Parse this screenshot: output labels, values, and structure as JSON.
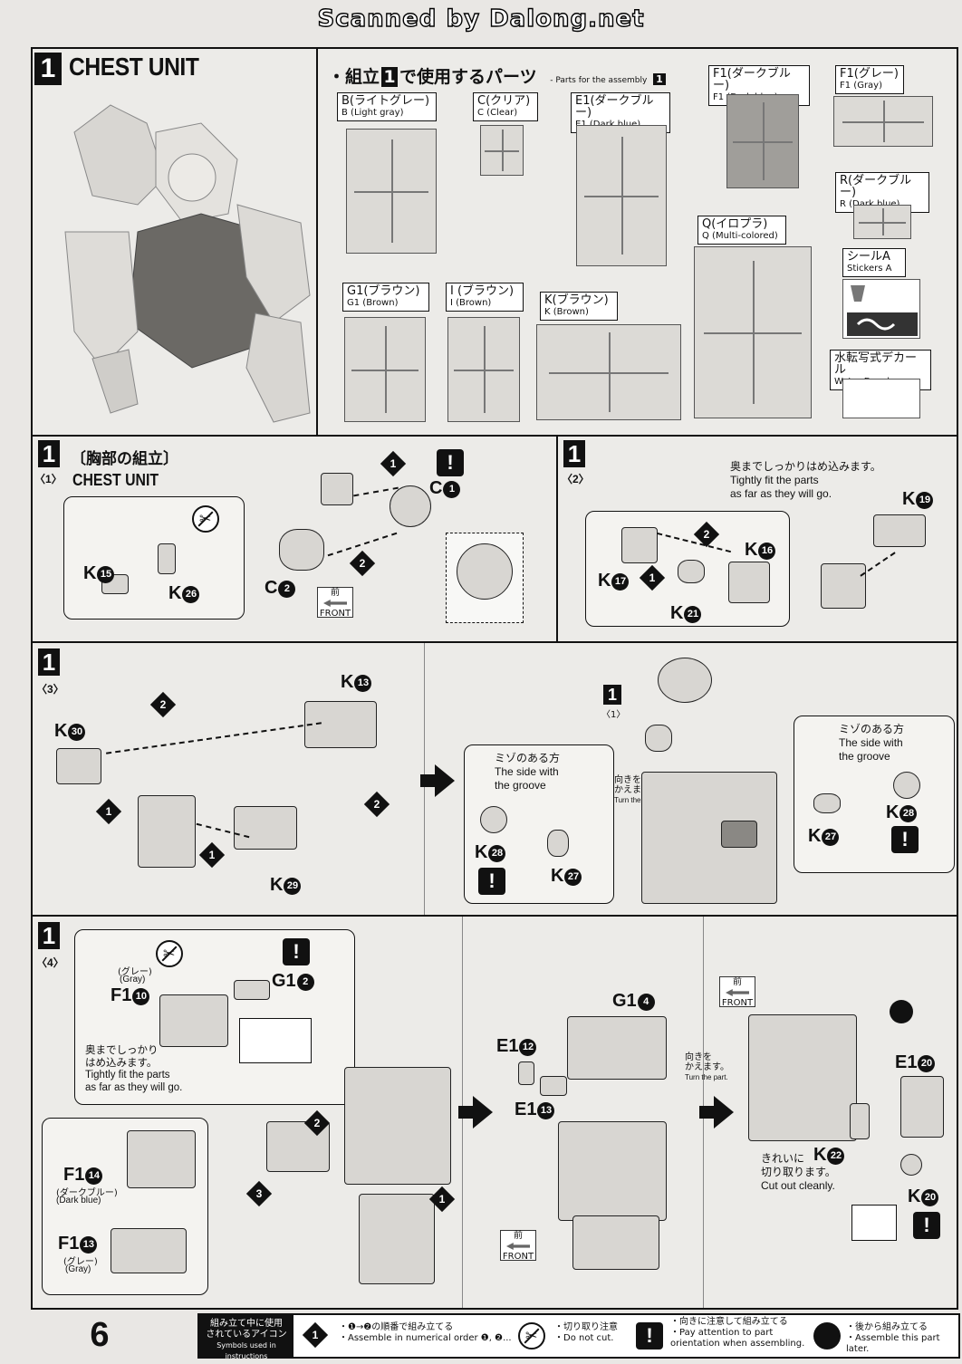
{
  "header": {
    "scan_credit": "Scanned by Dalong.net"
  },
  "section": {
    "number": "1",
    "title": "CHEST UNIT",
    "parts_heading_jp": "・組立",
    "parts_heading_jp_tail": "で使用するパーツ",
    "parts_heading_en": "- Parts for the assembly",
    "parts_heading_num": "1"
  },
  "parts_list": [
    {
      "jp": "B(ライトグレー)",
      "en": "B (Light gray)"
    },
    {
      "jp": "C(クリア)",
      "en": "C (Clear)"
    },
    {
      "jp": "E1(ダークブルー)",
      "en": "E1 (Dark blue)"
    },
    {
      "jp": "F1(ダークブルー)",
      "en": "F1 (Dark blue)"
    },
    {
      "jp": "F1(グレー)",
      "en": "F1 (Gray)"
    },
    {
      "jp": "R(ダークブルー)",
      "en": "R (Dark blue)"
    },
    {
      "jp": "Q(イロプラ)",
      "en": "Q (Multi-colored)"
    },
    {
      "jp": "シールA",
      "en": "Stickers A"
    },
    {
      "jp": "G1(ブラウン)",
      "en": "G1 (Brown)"
    },
    {
      "jp": "I (ブラウン)",
      "en": "I (Brown)"
    },
    {
      "jp": "K(ブラウン)",
      "en": "K (Brown)"
    },
    {
      "jp": "水転写式デカール",
      "en": "Water Decals"
    }
  ],
  "step1": {
    "sub": "〈1〉",
    "title_jp": "〔胸部の組立〕",
    "title_en": "CHEST UNIT",
    "parts": [
      {
        "letter": "C",
        "num": "1"
      },
      {
        "letter": "C",
        "num": "2"
      },
      {
        "letter": "K",
        "num": "15"
      },
      {
        "letter": "K",
        "num": "26"
      }
    ],
    "front_jp": "前",
    "front_en": "FRONT",
    "order": [
      "1",
      "2"
    ]
  },
  "step2": {
    "sub": "〈2〉",
    "note_jp": "奥までしっかりはめ込みます。",
    "note_en1": "Tightly fit the parts",
    "note_en2": "as far as they will go.",
    "parts": [
      {
        "letter": "K",
        "num": "19"
      },
      {
        "letter": "K",
        "num": "16"
      },
      {
        "letter": "K",
        "num": "17"
      },
      {
        "letter": "K",
        "num": "21"
      }
    ],
    "order": [
      "1",
      "2"
    ]
  },
  "step3": {
    "sub": "〈3〉",
    "parts": [
      {
        "letter": "K",
        "num": "13"
      },
      {
        "letter": "K",
        "num": "30"
      },
      {
        "letter": "K",
        "num": "29"
      },
      {
        "letter": "K",
        "num": "28"
      },
      {
        "letter": "K",
        "num": "27"
      },
      {
        "letter": "K",
        "num": "28"
      },
      {
        "letter": "K",
        "num": "27"
      }
    ],
    "groove_jp": "ミゾのある方",
    "groove_en1": "The side with",
    "groove_en2": "the groove",
    "turn_jp1": "向きを",
    "turn_jp2": "かえます。",
    "turn_en": "Turn the part.",
    "ref_num": "1",
    "ref_sub": "〈1〉",
    "order": [
      "1",
      "2",
      "1",
      "2"
    ]
  },
  "step4": {
    "sub": "〈4〉",
    "gray_jp": "(グレー)",
    "gray_en": "(Gray)",
    "darkblue_jp": "(ダークブルー)",
    "darkblue_en": "(Dark blue)",
    "fit_jp1": "奥までしっかり",
    "fit_jp2": "はめ込みます。",
    "fit_en1": "Tightly fit the parts",
    "fit_en2": "as far as they will go.",
    "turn_jp1": "向きを",
    "turn_jp2": "かえます。",
    "turn_en": "Turn the part.",
    "cut_jp1": "きれいに",
    "cut_jp2": "切り取ります。",
    "cut_en": "Cut out cleanly.",
    "front_jp": "前",
    "front_en": "FRONT",
    "parts": [
      {
        "letter": "F1",
        "num": "10"
      },
      {
        "letter": "G1",
        "num": "2"
      },
      {
        "letter": "F1",
        "num": "14"
      },
      {
        "letter": "F1",
        "num": "13"
      },
      {
        "letter": "G1",
        "num": "4"
      },
      {
        "letter": "E1",
        "num": "12"
      },
      {
        "letter": "E1",
        "num": "13"
      },
      {
        "letter": "E1",
        "num": "20"
      },
      {
        "letter": "K",
        "num": "22"
      },
      {
        "letter": "K",
        "num": "20"
      }
    ],
    "order": [
      "1",
      "2",
      "3"
    ]
  },
  "legend": {
    "title_jp1": "組み立て中に使用",
    "title_jp2": "されているアイコン",
    "title_en": "Symbols used in instructions",
    "items": [
      {
        "jp": "・❶→❷の順番で組み立てる",
        "en": "・Assemble in numerical order ❶, ❷..."
      },
      {
        "jp": "・切り取り注意",
        "en": "・Do not cut."
      },
      {
        "jp": "・向きに注意して組み立てる",
        "en": "・Pay attention to part orientation when assembling."
      },
      {
        "jp": "・後から組み立てる",
        "en": "・Assemble this part later."
      }
    ]
  },
  "page_number": "6"
}
